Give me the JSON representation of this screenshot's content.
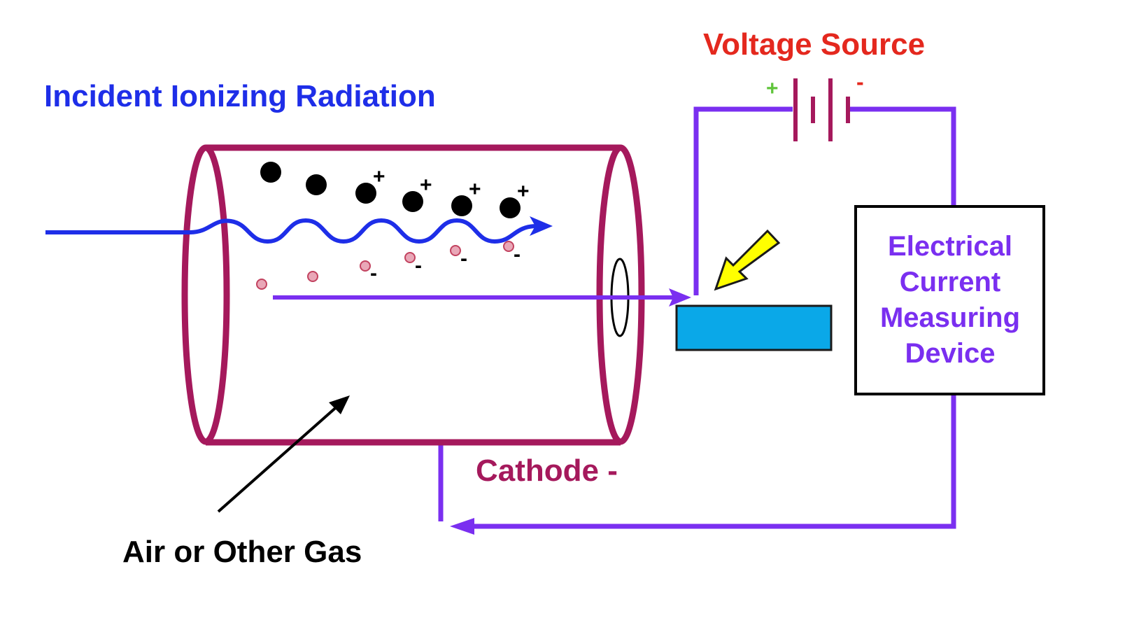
{
  "labels": {
    "incident_radiation": "Incident Ionizing Radiation",
    "voltage_source": "Voltage Source",
    "battery_plus": "+",
    "battery_minus": "-",
    "measuring_device": [
      "Electrical",
      "Current",
      "Measuring",
      "Device"
    ],
    "cathode": "Cathode -",
    "gas": "Air or Other Gas"
  },
  "ions": {
    "plus_sign": "+",
    "minus_sign": "-"
  },
  "colors": {
    "radiation_blue": "#1e2ee8",
    "circuit_purple": "#7a2ff0",
    "tube_maroon": "#a5195c",
    "voltage_red": "#e4281e",
    "plus_green": "#5fc43a",
    "anode_blue": "#0aa8e8",
    "pointer_yellow": "#ffff00",
    "electron_pink": "#d86a84"
  }
}
